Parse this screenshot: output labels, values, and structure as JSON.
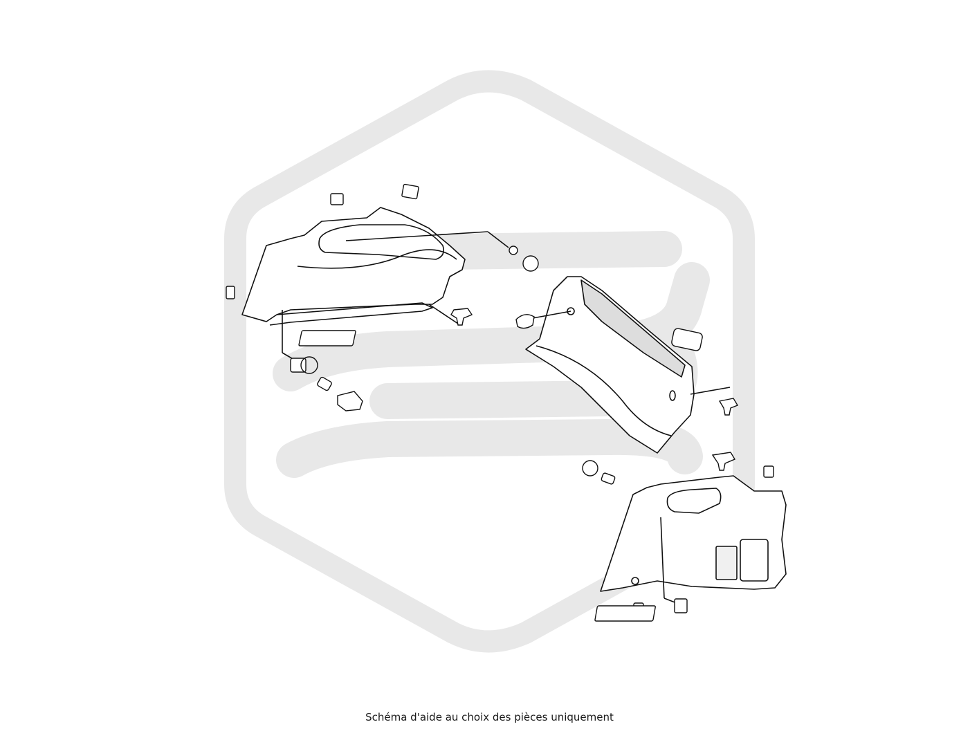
{
  "caption": "Schéma d'aide au choix des pièces uniquement",
  "colors": {
    "line": "#111111",
    "watermark": "#e8e8e8",
    "panel_fill": "#ffffff",
    "part_shadow": "#cccccc"
  },
  "icons": [
    "watermark-logo",
    "trim-panel",
    "rear-panel",
    "clip",
    "screw",
    "cap",
    "tie-down-hook"
  ]
}
